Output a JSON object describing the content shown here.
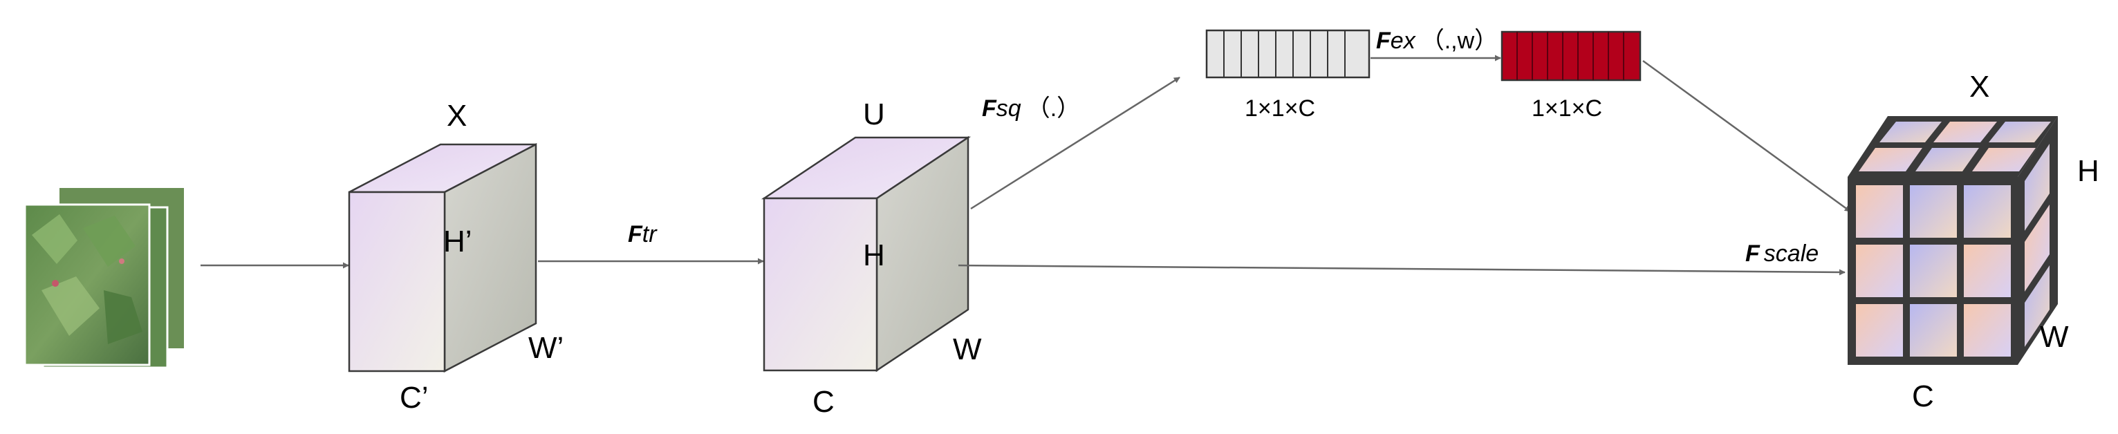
{
  "input_cube": {
    "top_label": "X",
    "height_label": "H’",
    "width_label": "W’",
    "channel_label": "C’"
  },
  "feature_cube": {
    "top_label": "U",
    "height_label": "H",
    "width_label": "W",
    "channel_label": "C"
  },
  "output_cube": {
    "top_label": "X",
    "height_label": "H",
    "width_label": "W",
    "channel_label": "C"
  },
  "transform": {
    "symbol": "F",
    "subscript": "tr"
  },
  "squeeze": {
    "symbol": "F",
    "subscript": "sq",
    "args": "（.）",
    "vector_label": "1×1×C"
  },
  "excitation": {
    "symbol": "F",
    "subscript": "ex",
    "args": "（.,w）",
    "vector_label": "1×1×C"
  },
  "scale": {
    "symbol": "F",
    "subscript": "scale"
  },
  "colors": {
    "arrow": "#666666",
    "vector_gray": "#e6e6e6",
    "vector_red": "#b3001b",
    "cube_front": "#ece4f4",
    "cube_side": "#c8c9c0"
  }
}
